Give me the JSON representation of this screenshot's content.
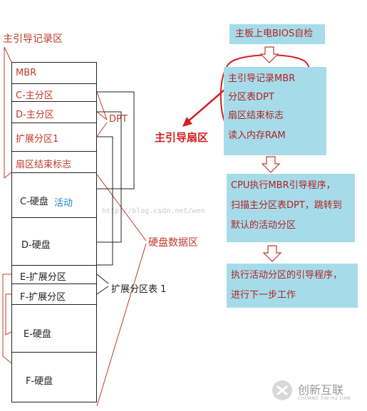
{
  "left": {
    "title": "主引导记录区",
    "segments": [
      "MBR",
      "C-主分区",
      "D-主分区",
      "扩展分区1",
      "扇区结束标志",
      "C-硬盘",
      "D-硬盘",
      "E-扩展分区",
      "F-扩展分区",
      "E-硬盘",
      "F-硬盘"
    ],
    "active_tag": "活动",
    "dpt_label": "DPT",
    "disk_data_label": "硬盘数据区",
    "ext_table_label": "扩展分区表 1",
    "watermark": "http://blog.csdn.net/wen"
  },
  "center": {
    "label": "主引导扇区"
  },
  "right": {
    "box1": "主板上电BIOS自检",
    "box2": [
      "主引导记录MBR",
      "分区表DPT",
      "扇区结束标志",
      "读入内存RAM"
    ],
    "box3": [
      "CPU执行MBR引导程序，",
      "扫描主分区表DPT，跳转到",
      "默认的活动分区"
    ],
    "box4": [
      "执行活动分区的引导程序，",
      "进行下一步工作"
    ]
  },
  "logo": {
    "name": "创新互联",
    "sub": "CHUANG XIN HU LIAN"
  },
  "colors": {
    "box_fill": "#a6dcea",
    "red": "#d42020",
    "text_red": "#b22020",
    "active_blue": "#1e88c8"
  }
}
